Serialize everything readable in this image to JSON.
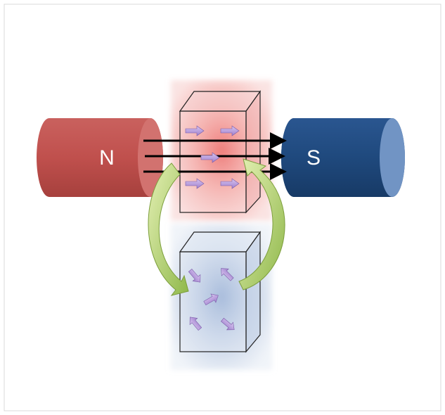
{
  "magnets": {
    "north": {
      "label": "N",
      "color": "#c0504d"
    },
    "south": {
      "label": "S",
      "color": "#1f497d"
    }
  },
  "blocks": [
    {
      "state": "magnetized",
      "glow_color": "#e8403c",
      "moments": "aligned"
    },
    {
      "state": "demagnetized",
      "glow_color": "#4f81bd",
      "moments": "random"
    }
  ],
  "field_lines": {
    "count": 3,
    "color": "#000000"
  },
  "cycle_arrows": {
    "color": "#9bbb59"
  },
  "moment_arrow_color": "#b18fd8"
}
